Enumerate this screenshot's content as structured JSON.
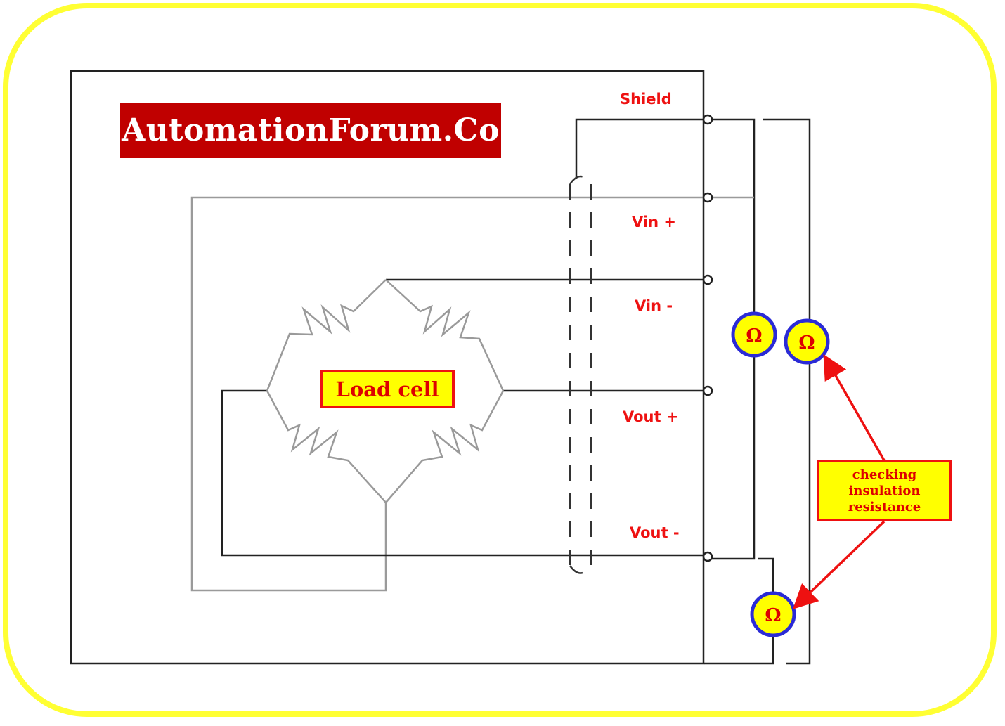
{
  "brand": {
    "text": "AutomationForum.Co"
  },
  "load_cell": {
    "label": "Load cell"
  },
  "terminals": {
    "shield": "Shield",
    "vin_plus": "Vin +",
    "vin_minus": "Vin -",
    "vout_plus": "Vout +",
    "vout_minus": "Vout -"
  },
  "meters": {
    "meter_1": "Ω",
    "meter_2": "Ω",
    "meter_3": "Ω"
  },
  "note": {
    "text": "checking insulation resistance"
  },
  "colors": {
    "frame": "#ffff33",
    "brand_bg": "#c00000",
    "label_red": "#ee1111",
    "meter_fill": "#ffff00",
    "meter_ring": "#2b2bd6"
  }
}
